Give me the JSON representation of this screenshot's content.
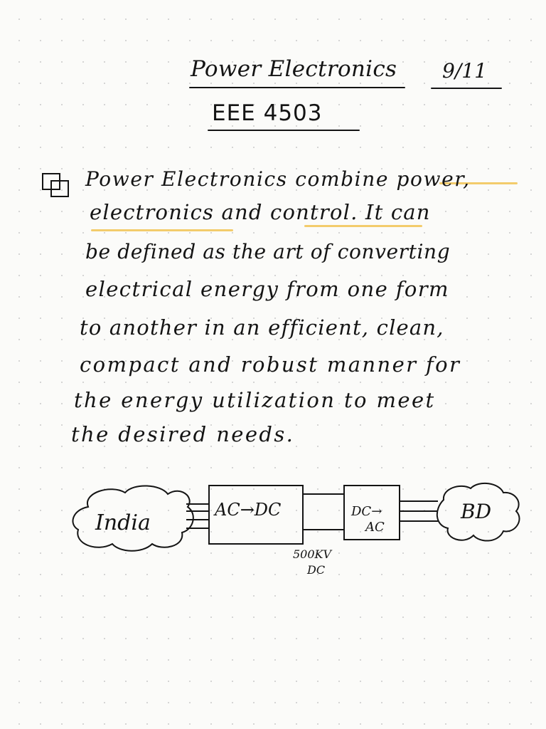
{
  "header": {
    "title": "Power Electronics",
    "date": "9/11",
    "course_code": "EEE 4503"
  },
  "notes": {
    "lines": [
      "Power Electronics combine power,",
      "electronics and control. It can",
      "be defined as the art of converting",
      "electrical energy from one form",
      "to another in an efficient, clean,",
      "compact and robust manner for",
      "the energy utilization to meet",
      "the desired needs."
    ]
  },
  "diagram": {
    "source_label": "India",
    "converter1_label": "AC→DC",
    "converter2_label_line1": "DC→",
    "converter2_label_line2": "AC",
    "link_label_line1": "500KV",
    "link_label_line2": "DC",
    "destination_label": "BD"
  },
  "colors": {
    "ink": "#141414",
    "highlight": "#f2c75c",
    "paper": "#fbfbf9",
    "grid_dot": "#cfcfcf"
  }
}
